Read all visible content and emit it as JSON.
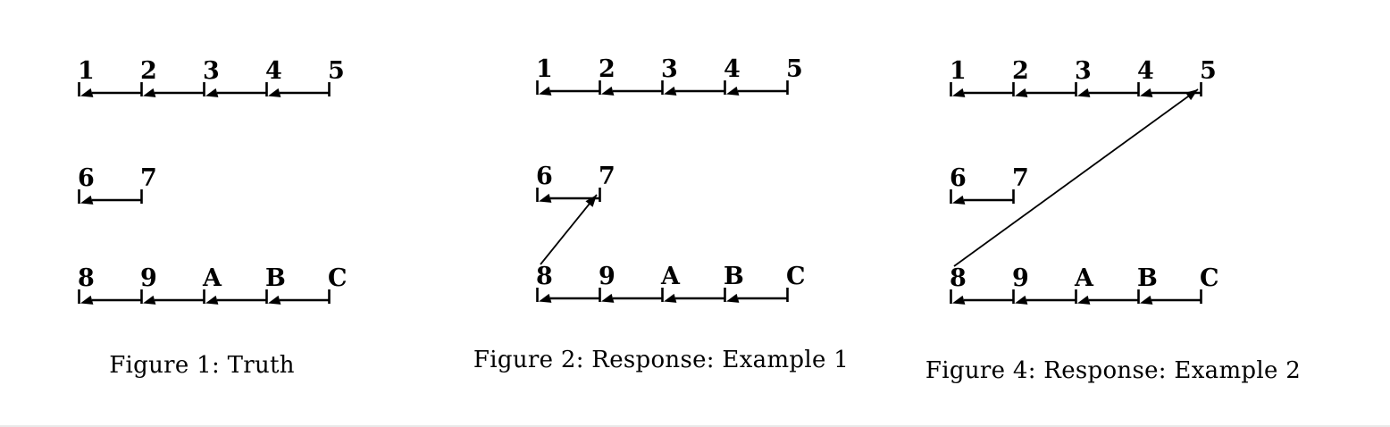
{
  "style": {
    "background": "#ffffff",
    "ink": "#000000"
  },
  "figures": [
    {
      "name": "truth",
      "caption": "Figure 1: Truth",
      "rows": [
        [
          "1",
          "2",
          "3",
          "4",
          "5"
        ],
        [
          "6",
          "7"
        ],
        [
          "8",
          "9",
          "A",
          "B",
          "C"
        ]
      ],
      "arrows": [
        [
          "2",
          "1"
        ],
        [
          "3",
          "2"
        ],
        [
          "4",
          "3"
        ],
        [
          "5",
          "4"
        ],
        [
          "7",
          "6"
        ],
        [
          "9",
          "8"
        ],
        [
          "A",
          "9"
        ],
        [
          "B",
          "A"
        ],
        [
          "C",
          "B"
        ]
      ]
    },
    {
      "name": "response-example-1",
      "caption": "Figure 2: Response: Example 1",
      "rows": [
        [
          "1",
          "2",
          "3",
          "4",
          "5"
        ],
        [
          "6",
          "7"
        ],
        [
          "8",
          "9",
          "A",
          "B",
          "C"
        ]
      ],
      "arrows": [
        [
          "2",
          "1"
        ],
        [
          "3",
          "2"
        ],
        [
          "4",
          "3"
        ],
        [
          "5",
          "4"
        ],
        [
          "7",
          "6"
        ],
        [
          "9",
          "8"
        ],
        [
          "A",
          "9"
        ],
        [
          "B",
          "A"
        ],
        [
          "C",
          "B"
        ],
        [
          "8",
          "7"
        ]
      ]
    },
    {
      "name": "response-example-2",
      "caption": "Figure 4: Response: Example 2",
      "rows": [
        [
          "1",
          "2",
          "3",
          "4",
          "5"
        ],
        [
          "6",
          "7"
        ],
        [
          "8",
          "9",
          "A",
          "B",
          "C"
        ]
      ],
      "arrows": [
        [
          "2",
          "1"
        ],
        [
          "3",
          "2"
        ],
        [
          "4",
          "3"
        ],
        [
          "5",
          "4"
        ],
        [
          "7",
          "6"
        ],
        [
          "9",
          "8"
        ],
        [
          "A",
          "9"
        ],
        [
          "B",
          "A"
        ],
        [
          "C",
          "B"
        ],
        [
          "8",
          "5"
        ]
      ]
    }
  ]
}
